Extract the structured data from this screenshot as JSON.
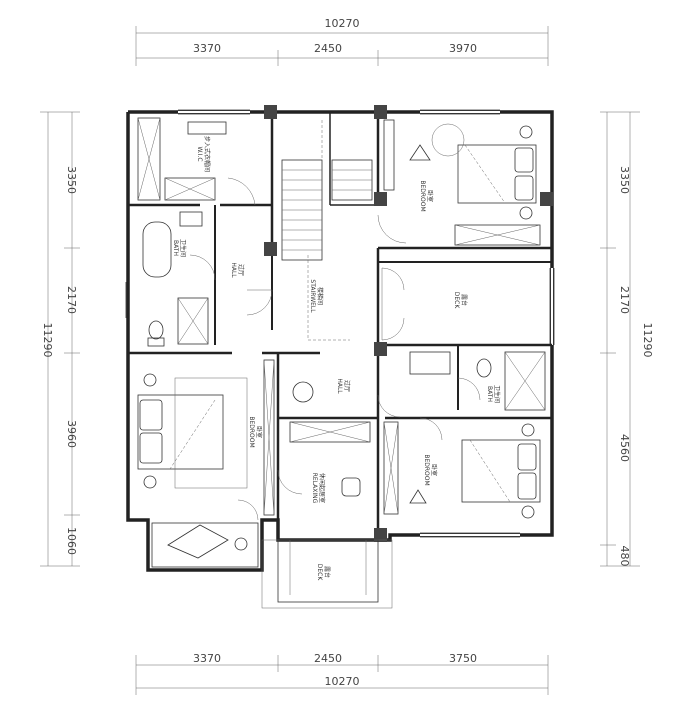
{
  "dimensions": {
    "top_total": "10270",
    "top_segments": [
      "3370",
      "2450",
      "3970"
    ],
    "bottom_segments": [
      "3370",
      "2450",
      "3750"
    ],
    "bottom_total": "10270",
    "left_total": "11290",
    "left_segments": [
      "3350",
      "2170",
      "3960",
      "1060"
    ],
    "right_total": "11290",
    "right_segments": [
      "3350",
      "2170",
      "4560",
      "480"
    ]
  },
  "rooms": {
    "wic": {
      "en": "W.I.C",
      "zh": "步入式衣帽间"
    },
    "bath_left": {
      "en": "BATH",
      "zh": "卫生间"
    },
    "hall_left": {
      "en": "HALL",
      "zh": "过厅"
    },
    "bedroom_tr": {
      "en": "BEDROOM",
      "zh": "卧室"
    },
    "stairwell": {
      "en": "STAIRWELL",
      "zh": "楼梯间"
    },
    "deck_right": {
      "en": "DECK",
      "zh": "露台"
    },
    "hall_center": {
      "en": "HALL",
      "zh": "过厅"
    },
    "bath_right": {
      "en": "BATH",
      "zh": "卫生间"
    },
    "bedroom_left": {
      "en": "BEDROOM",
      "zh": "卧室"
    },
    "relaxing": {
      "en": "RELAXING",
      "zh": "休闲起居室"
    },
    "bedroom_br": {
      "en": "BEDROOM",
      "zh": "卧室"
    },
    "deck_bottom": {
      "en": "DECK",
      "zh": "露台"
    }
  }
}
